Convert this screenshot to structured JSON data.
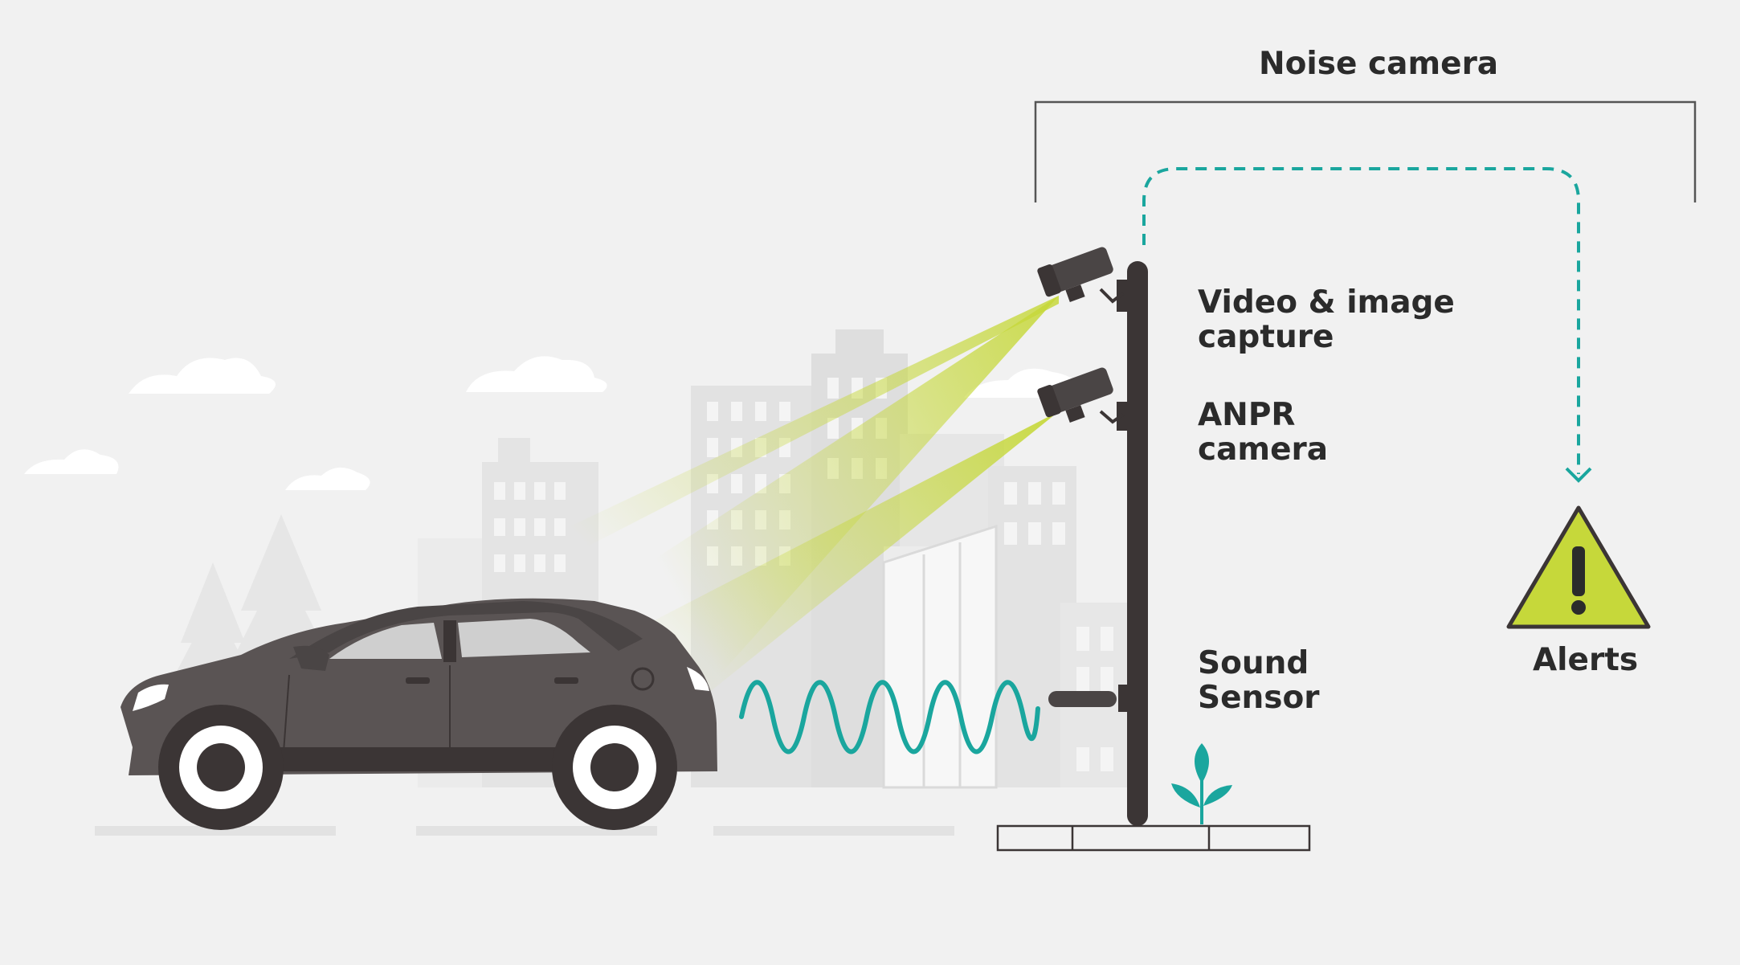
{
  "diagram": {
    "title": "Noise camera",
    "labels": {
      "video_line1": "Video & image",
      "video_line2": "capture",
      "anpr_line1": "ANPR",
      "anpr_line2": "camera",
      "sound_line1": "Sound",
      "sound_line2": "Sensor",
      "alerts": "Alerts"
    },
    "colors": {
      "background": "#f1f1f1",
      "car_body": "#5a5454",
      "pole": "#3b3535",
      "beam": "#c6d83a",
      "sound_wave": "#1aa69e",
      "dashed_arrow": "#1aa69e",
      "alert_fill": "#c6d83a",
      "text": "#2b2b2b"
    },
    "icons": {
      "alert": "warning-triangle-icon",
      "plant": "plant-icon",
      "camera": "cctv-camera-icon",
      "sensor": "microphone-sensor-icon"
    }
  }
}
